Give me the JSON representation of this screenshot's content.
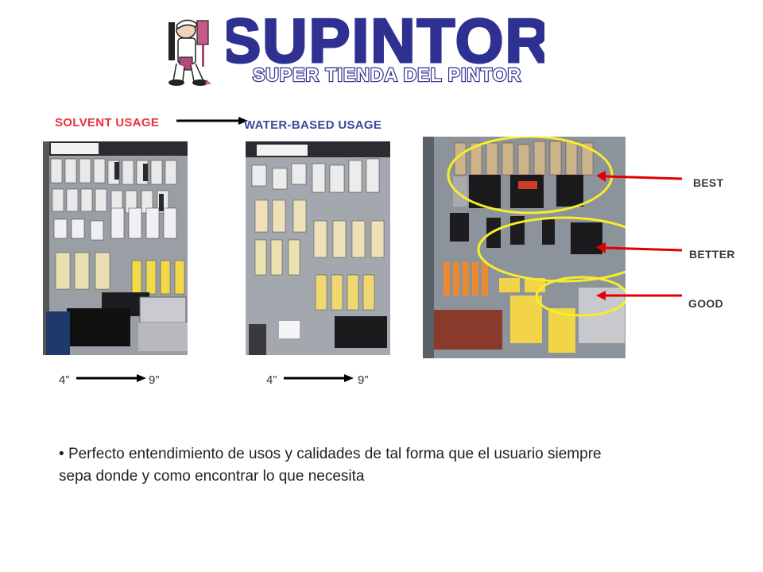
{
  "logo": {
    "title": "SUPINTOR",
    "subtitle": "SUPER TIENDA DEL PINTOR",
    "colors": {
      "main": "#2e3192",
      "outline": "#ffffff",
      "sub": "#2e3192"
    }
  },
  "headings": {
    "solvent": "SOLVENT USAGE",
    "water": "WATER-BASED USAGE"
  },
  "sizes": {
    "left_min": "4”",
    "left_max": "9”",
    "right_min": "4”",
    "right_max": "9”"
  },
  "quality": {
    "best": "BEST",
    "better": "BETTER",
    "good": "GOOD",
    "marker_color": "#e00000",
    "ellipse_color": "#f6ee2a"
  },
  "body": {
    "bullet": "•",
    "text": "Perfecto entendimiento de usos y calidades de tal forma que el usuario siempre sepa donde y como encontrar lo que necesita"
  }
}
